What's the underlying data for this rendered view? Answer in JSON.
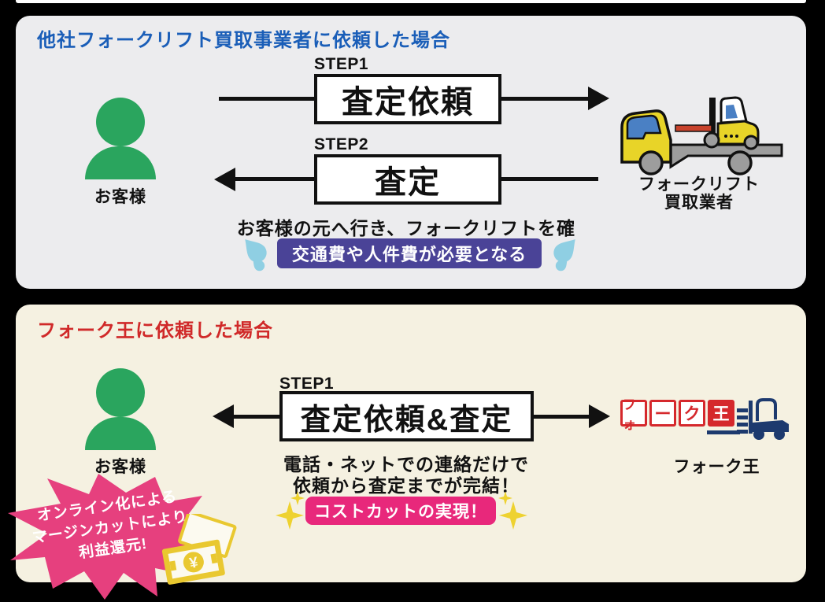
{
  "top_section": {
    "title": "他社フォークリフト買取事業者に依頼した場合",
    "customer_label": "お客様",
    "step1_label": "STEP1",
    "step1_box": "査定依頼",
    "step2_label": "STEP2",
    "step2_box": "査定",
    "vendor_label_line1": "フォークリフト",
    "vendor_label_line2": "買取業者",
    "note": "お客様の元へ行き、フォークリフトを確認",
    "cost_badge": "交通費や人件費が必要となる"
  },
  "bottom_section": {
    "title": "フォーク王に依頼した場合",
    "customer_label": "お客様",
    "step1_label": "STEP1",
    "step1_box": "査定依頼&査定",
    "logo_chars": [
      "フォ",
      "ー",
      "ク",
      "王"
    ],
    "logo_label": "フォーク王",
    "note_line1": "電話・ネットでの連絡だけで",
    "note_line2": "依頼から査定までが完結！",
    "benefit_badge": "コストカットの実現！",
    "burst_line1": "オンライン化による",
    "burst_line2": "マージンカットにより",
    "burst_line3": "利益還元!",
    "money_symbol": "¥"
  },
  "colors": {
    "panel_gray": "#ececee",
    "panel_cream": "#f5f1e1",
    "title_blue": "#1a5eb8",
    "title_red": "#d02929",
    "person_green": "#2aa55e",
    "cost_purple": "#4a4397",
    "benefit_pink": "#e8287b",
    "burst_pink": "#e6407e",
    "drop_blue": "#8fcfe3",
    "sparkle_yellow": "#eed230",
    "logo_red": "#d5282c",
    "logo_navy": "#1d3a6e",
    "truck_yellow": "#e8d428",
    "fork_red": "#c8432c"
  }
}
